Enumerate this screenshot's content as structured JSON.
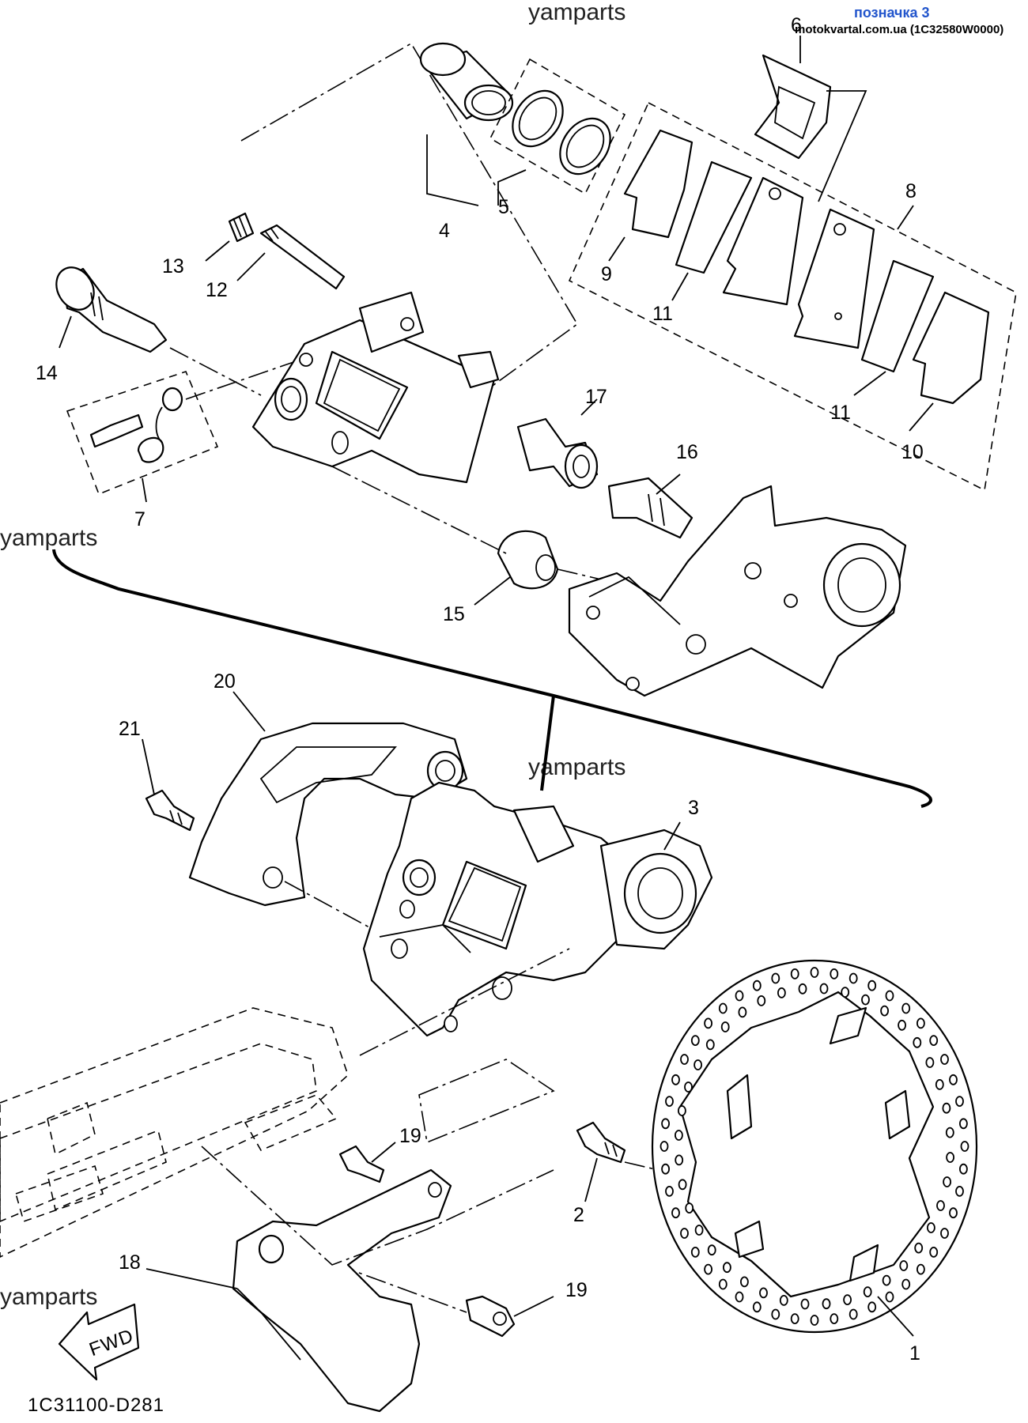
{
  "header": {
    "annotation_label": "позначка 3",
    "site_ref": "motokvartal.com.ua (1C32580W0000)"
  },
  "watermark": "yamparts",
  "diagram_code": "1C31100-D281",
  "fwd_label": "FWD",
  "callouts": {
    "c1": "1",
    "c2": "2",
    "c3": "3",
    "c4": "4",
    "c5": "5",
    "c6": "6",
    "c7": "7",
    "c8": "8",
    "c9": "9",
    "c10": "10",
    "c11a": "11",
    "c11b": "11",
    "c12": "12",
    "c13": "13",
    "c14": "14",
    "c15": "15",
    "c16": "16",
    "c17": "17",
    "c18": "18",
    "c19a": "19",
    "c19b": "19",
    "c20": "20",
    "c21": "21"
  },
  "colors": {
    "line": "#000000",
    "header_link": "#2255cc"
  }
}
